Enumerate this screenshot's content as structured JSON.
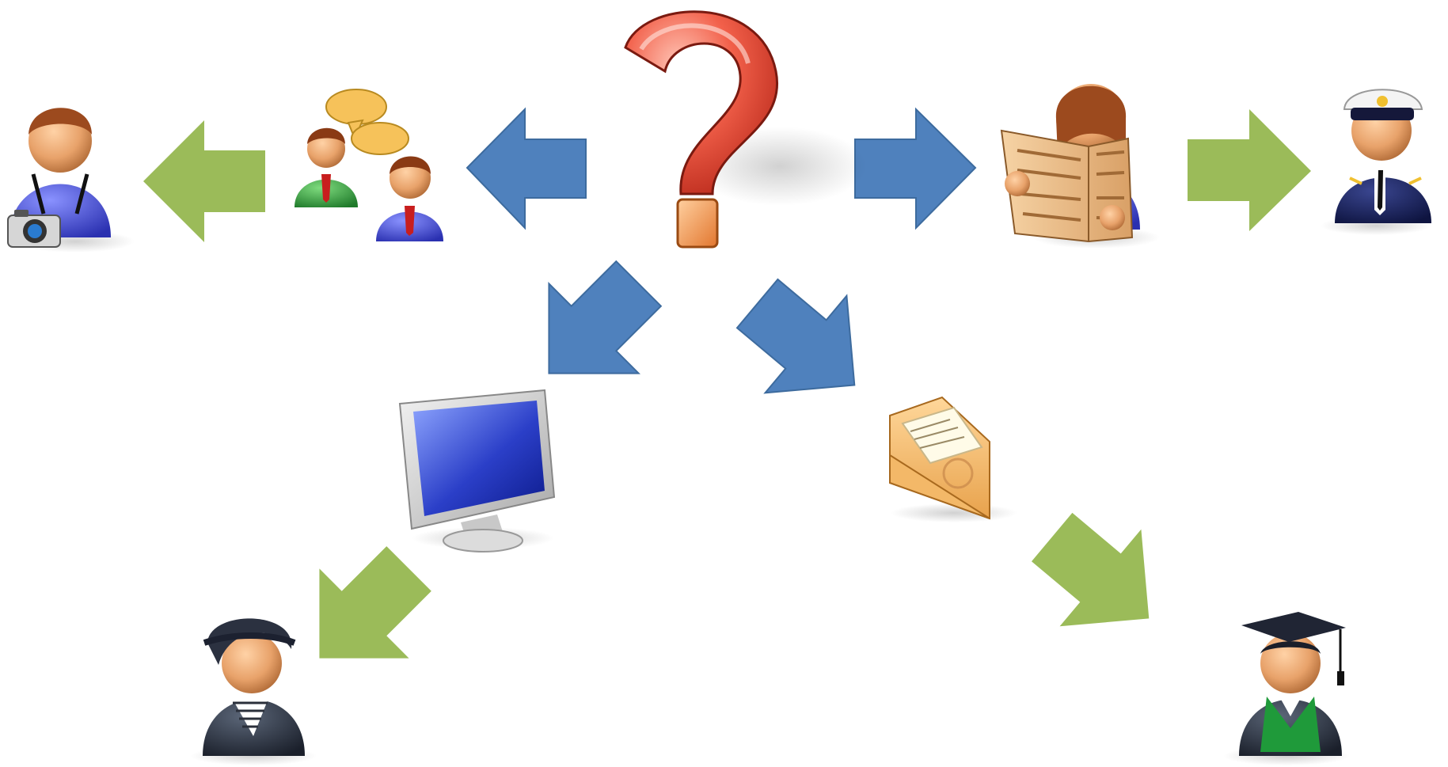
{
  "diagram": {
    "center_node": {
      "icon": "question-mark-icon"
    },
    "nodes": [
      {
        "id": "conversation",
        "icon": "conversation-icon"
      },
      {
        "id": "photographer",
        "icon": "photographer-icon"
      },
      {
        "id": "newspaper-reader",
        "icon": "newspaper-reader-icon"
      },
      {
        "id": "captain",
        "icon": "captain-icon"
      },
      {
        "id": "computer",
        "icon": "computer-monitor-icon"
      },
      {
        "id": "sailor",
        "icon": "sailor-icon"
      },
      {
        "id": "envelope",
        "icon": "envelope-icon"
      },
      {
        "id": "graduate",
        "icon": "graduate-icon"
      }
    ],
    "edges": [
      {
        "from": "question",
        "to": "conversation",
        "color": "#4f81bd"
      },
      {
        "from": "conversation",
        "to": "photographer",
        "color": "#9bbb59"
      },
      {
        "from": "question",
        "to": "newspaper-reader",
        "color": "#4f81bd"
      },
      {
        "from": "newspaper-reader",
        "to": "captain",
        "color": "#9bbb59"
      },
      {
        "from": "question",
        "to": "computer",
        "color": "#4f81bd"
      },
      {
        "from": "computer",
        "to": "sailor",
        "color": "#9bbb59"
      },
      {
        "from": "question",
        "to": "envelope",
        "color": "#4f81bd"
      },
      {
        "from": "envelope",
        "to": "graduate",
        "color": "#9bbb59"
      }
    ]
  },
  "colors": {
    "primary_arrow": "#4f81bd",
    "secondary_arrow": "#9bbb59",
    "skin": "#e8a26a",
    "hair": "#9c4a1e"
  }
}
